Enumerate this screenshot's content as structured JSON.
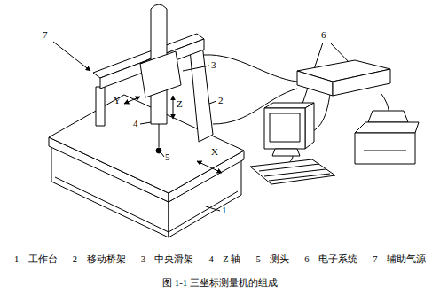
{
  "diagram": {
    "caption": "图 1-1 三坐标测量机的组成",
    "labels": [
      "7",
      "Y",
      "3",
      "Z",
      "2",
      "4",
      "5",
      "X",
      "6",
      "1",
      "1—工作台",
      "2—移动桥架",
      "3—中央滑架",
      "4—Z 轴",
      "5—测头",
      "6—电子系统",
      "7—辅助气源"
    ]
  }
}
